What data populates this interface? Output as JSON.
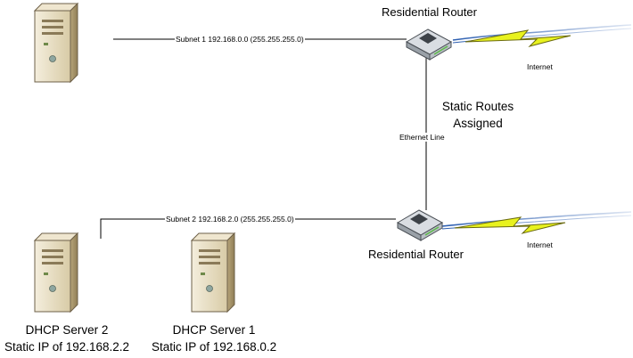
{
  "router_top": {
    "label": "Residential Router"
  },
  "router_bottom": {
    "label": "Residential Router"
  },
  "subnet1": {
    "label": "Subnet 1 192.168.0.0 (255.255.255.0)"
  },
  "subnet2": {
    "label": "Subnet 2 192.168.2.0 (255.255.255.0)"
  },
  "ethernet": {
    "label": "Ethernet Line"
  },
  "static_routes": {
    "line1": "Static Routes",
    "line2": "Assigned"
  },
  "internet_top": {
    "label": "Internet"
  },
  "internet_bottom": {
    "label": "Internet"
  },
  "dhcp2": {
    "name": "DHCP Server 2",
    "ip": "Static IP of 192.168.2.2"
  },
  "dhcp1": {
    "name": "DHCP Server 1",
    "ip": "Static IP of 192.168.0.2"
  },
  "colors": {
    "bolt_fill": "#e8f21e",
    "wave": "#3f6fbf",
    "server_body": "#e6dcc2",
    "line": "#000000"
  }
}
